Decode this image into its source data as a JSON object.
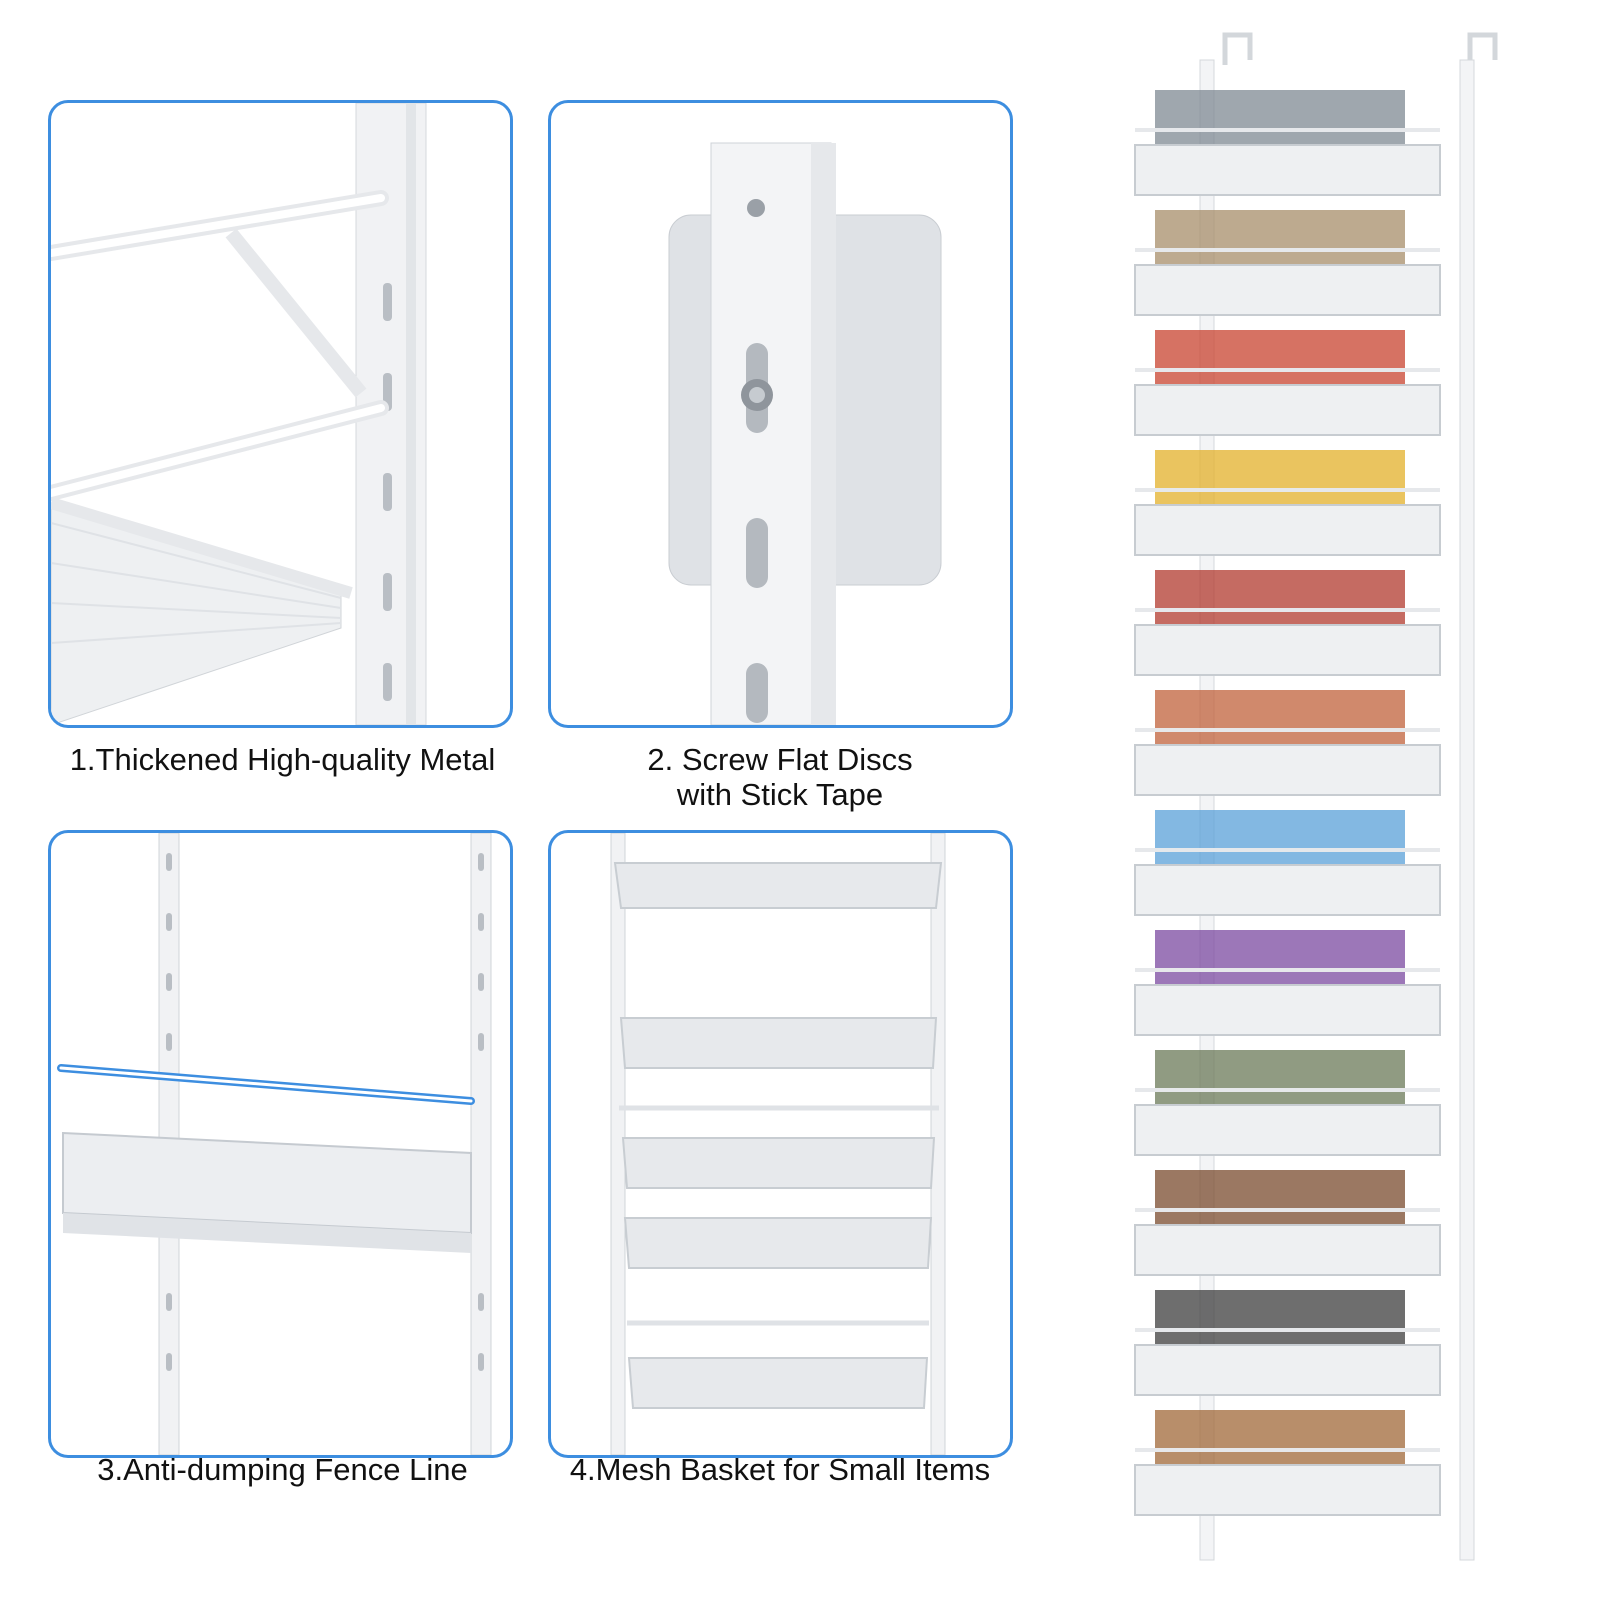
{
  "colors": {
    "panel_border": "#3d8ee0",
    "metal": "#eef0f2",
    "background": "#ffffff"
  },
  "features": [
    {
      "caption_lines": [
        "1.Thickened High-quality Metal"
      ],
      "icon": "metal-frame-closeup"
    },
    {
      "caption_lines": [
        "2. Screw Flat Discs",
        "with Stick Tape"
      ],
      "icon": "screw-disc-closeup"
    },
    {
      "caption_lines": [
        "3.Anti-dumping Fence Line"
      ],
      "icon": "fence-line-closeup"
    },
    {
      "caption_lines": [
        "4.Mesh Basket for Small Items"
      ],
      "icon": "mesh-basket-closeup"
    }
  ],
  "product": {
    "shelf_count": 12,
    "icon": "over-door-pantry-rack"
  }
}
